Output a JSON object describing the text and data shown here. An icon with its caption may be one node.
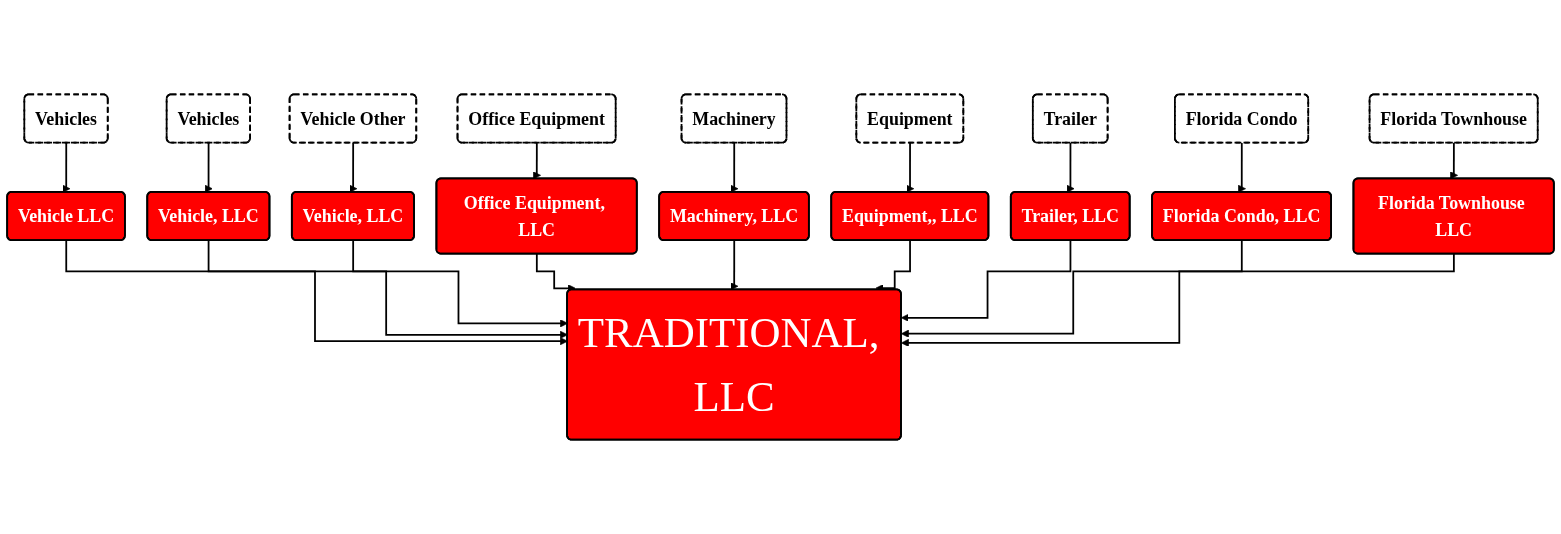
{
  "diagram": {
    "nodes": [
      {
        "text": [
          "Vehicles"
        ]
      },
      {
        "text": [
          "Vehicles"
        ]
      },
      {
        "text": [
          "Vehicle Other"
        ]
      },
      {
        "text": [
          "Office Equipment"
        ]
      },
      {
        "text": [
          "Machinery"
        ]
      },
      {
        "text": [
          "Equipment"
        ]
      },
      {
        "text": [
          "Trailer"
        ]
      },
      {
        "text": [
          "Florida Condo"
        ]
      },
      {
        "text": [
          "Florida Townhouse"
        ]
      },
      {
        "text": [
          "Vehicle LLC"
        ]
      },
      {
        "text": [
          "Vehicle, LLC"
        ]
      },
      {
        "text": [
          "Vehicle, LLC"
        ]
      },
      {
        "text": [
          "Office Equipment, LLC"
        ]
      },
      {
        "text": [
          "Machinery, LLC"
        ]
      },
      {
        "text": [
          "Equipment,, LLC"
        ]
      },
      {
        "text": [
          "Trailer, LLC"
        ]
      },
      {
        "text": [
          "Florida Condo, LLC"
        ]
      },
      {
        "text": [
          "Florida Townhouse LLC"
        ]
      },
      {
        "text": [
          "TRADITIONAL, LLC"
        ]
      }
    ],
    "edges": [
      {
        "from": 0,
        "to": 9,
        "arrow": "to"
      },
      {
        "from": 1,
        "to": 10,
        "arrow": "to"
      },
      {
        "from": 2,
        "to": 11,
        "arrow": "to"
      },
      {
        "from": 3,
        "to": 12,
        "arrow": "to"
      },
      {
        "from": 4,
        "to": 13,
        "arrow": "to"
      },
      {
        "from": 5,
        "to": 14,
        "arrow": "to"
      },
      {
        "from": 6,
        "to": 15,
        "arrow": "to"
      },
      {
        "from": 7,
        "to": 16,
        "arrow": "to"
      },
      {
        "from": 8,
        "to": 17,
        "arrow": "to"
      },
      {
        "from": 9,
        "to": 18,
        "arrow": "to"
      },
      {
        "from": 10,
        "to": 18,
        "arrow": "to"
      },
      {
        "from": 11,
        "to": 18,
        "arrow": "to"
      },
      {
        "from": 12,
        "to": 18,
        "arrow": "to"
      },
      {
        "from": 13,
        "to": 18,
        "arrow": "to"
      },
      {
        "from": 14,
        "to": 18,
        "arrow": "to"
      },
      {
        "from": 15,
        "to": 18,
        "arrow": "to"
      },
      {
        "from": 16,
        "to": 18,
        "arrow": "to"
      },
      {
        "from": 17,
        "to": 18,
        "arrow": "to"
      }
    ]
  }
}
